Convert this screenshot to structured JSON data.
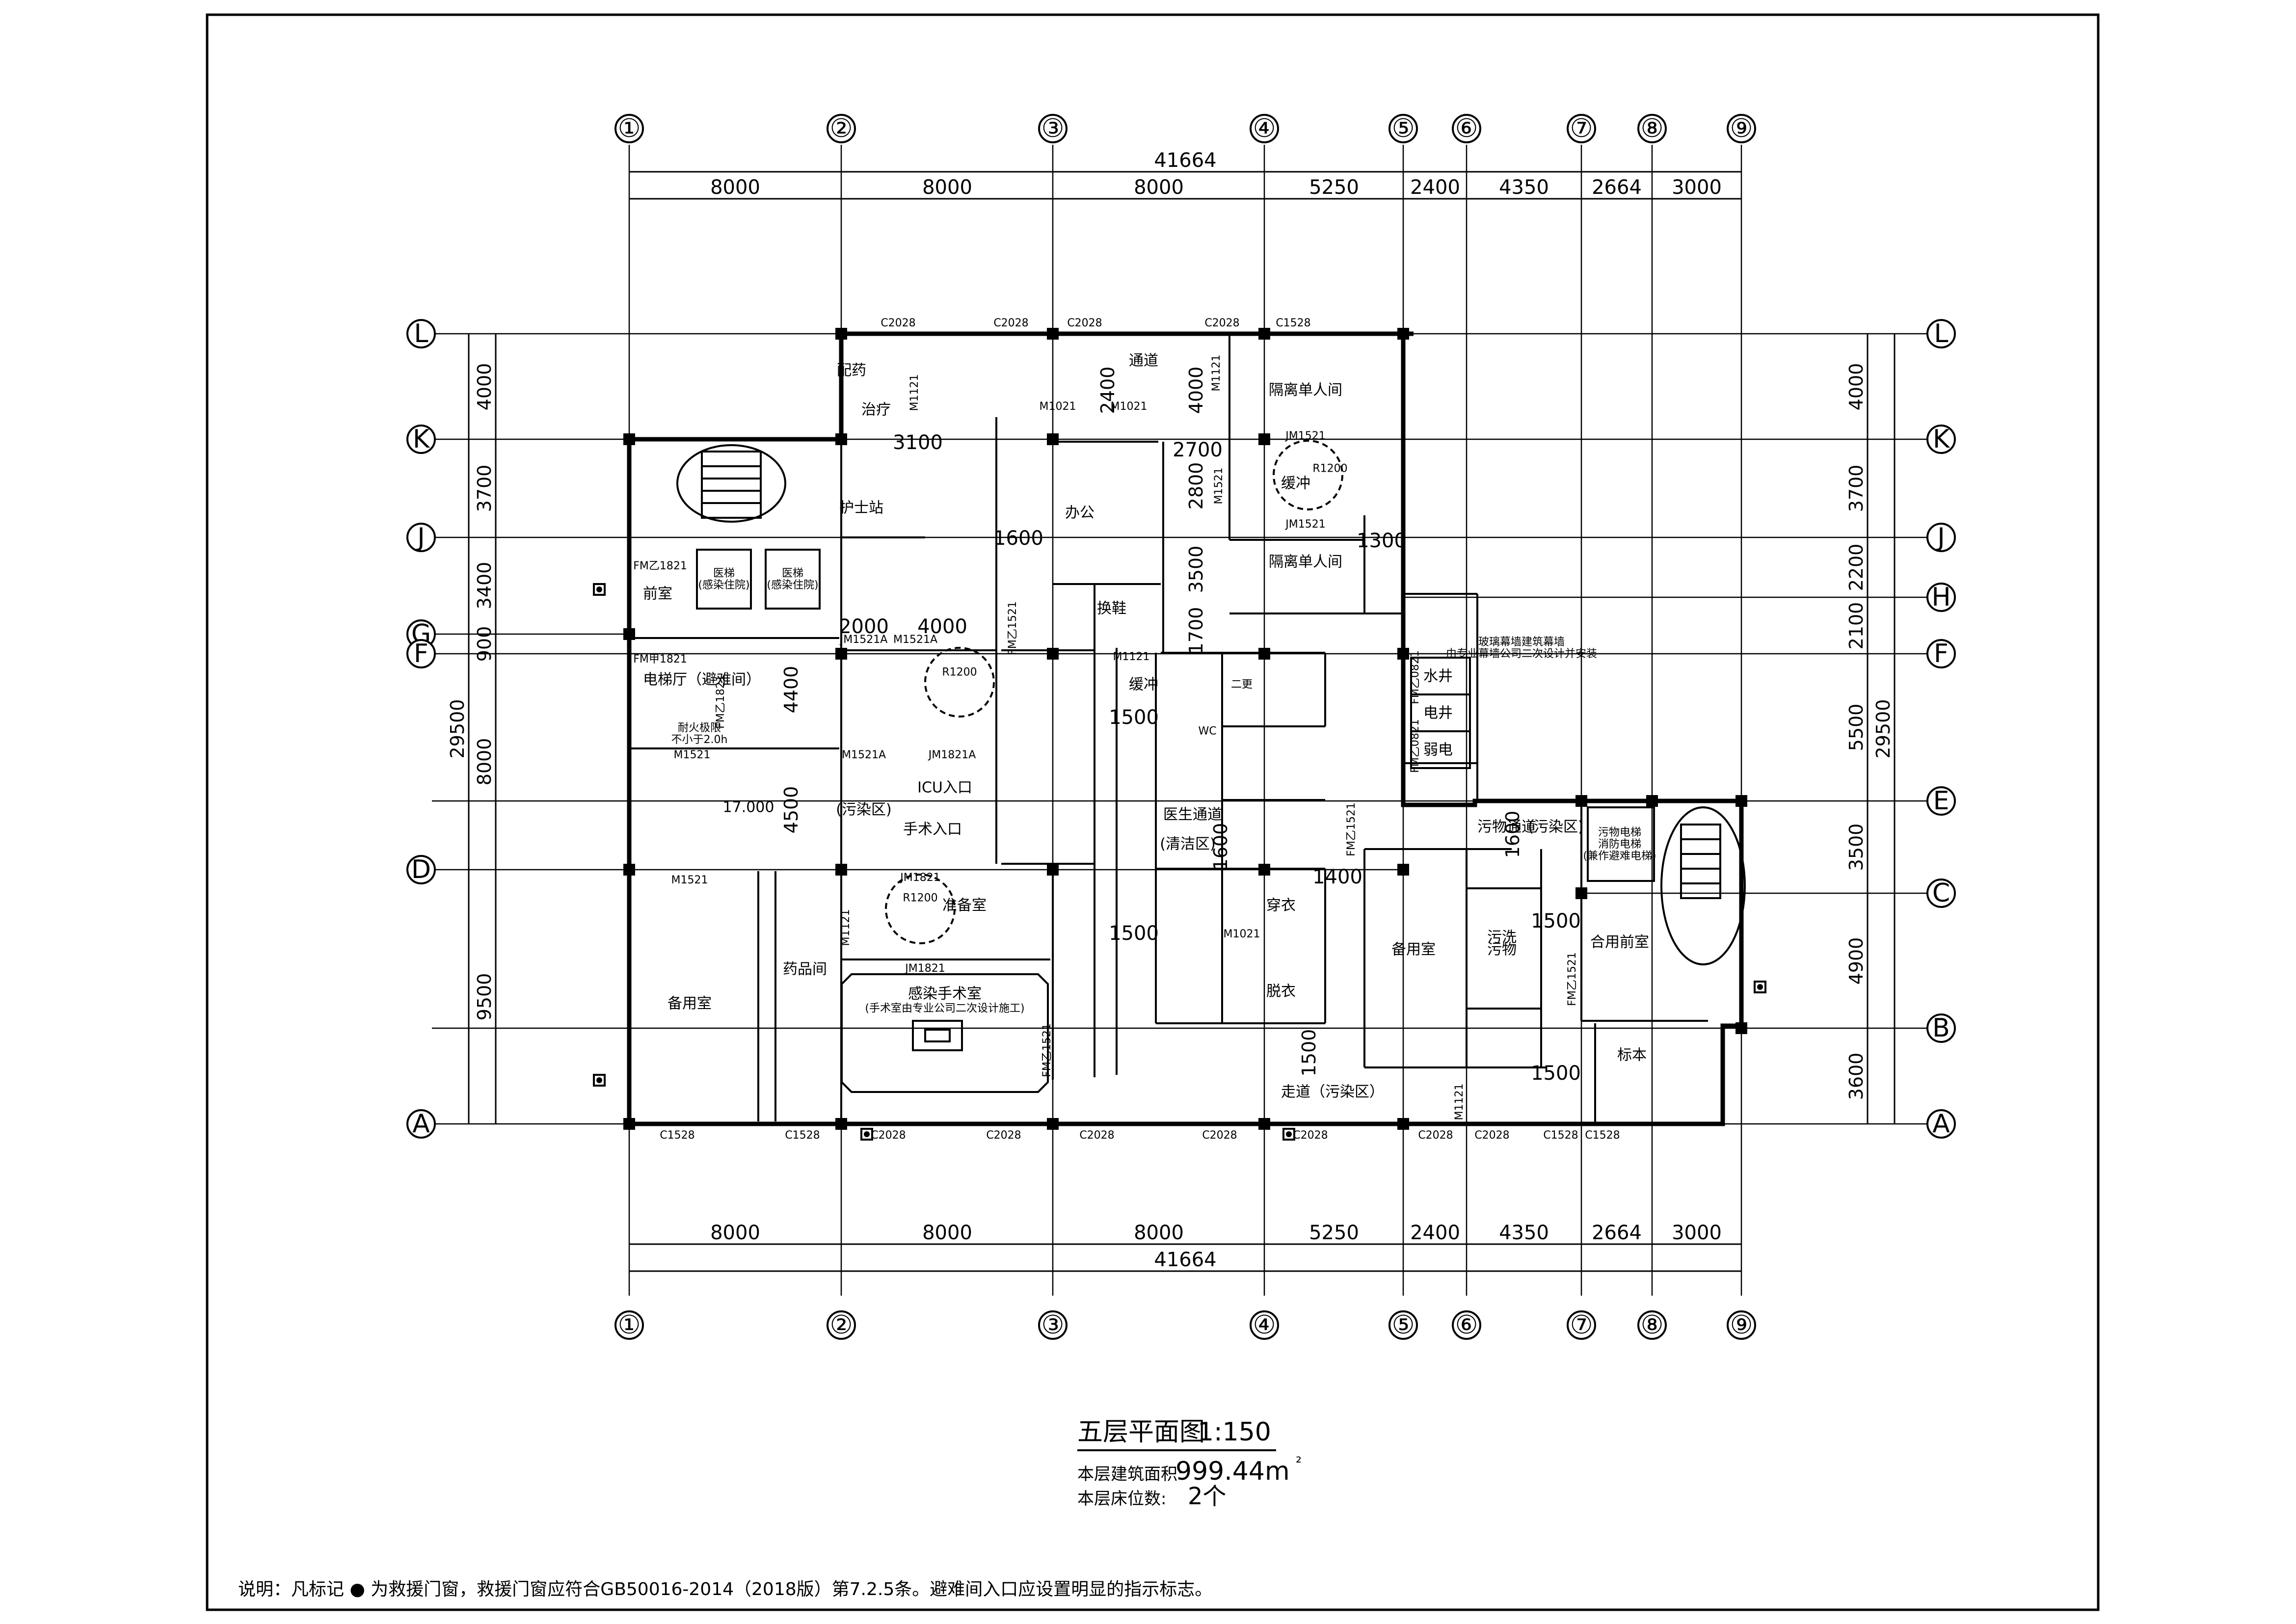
{
  "axes_x": [
    "①",
    "②",
    "③",
    "④",
    "⑤",
    "⑥",
    "⑦",
    "⑧",
    "⑨"
  ],
  "axes_y": [
    "L",
    "K",
    "J",
    "H",
    "G",
    "F",
    "E",
    "D",
    "C",
    "B",
    "A"
  ],
  "dimensions": {
    "total_x": "41664",
    "bays_x": [
      "8000",
      "8000",
      "8000",
      "5250",
      "2400",
      "4350",
      "2664",
      "3000"
    ],
    "total_y": "29500",
    "left_y": [
      "4000",
      "3700",
      "3400",
      "900",
      "8000",
      "9500"
    ],
    "right_y": [
      "4000",
      "3700",
      "2200",
      "2100",
      "5500",
      "3500",
      "4900",
      "3600"
    ]
  },
  "interior_dims": [
    "3100",
    "2700",
    "2400",
    "4000",
    "2800",
    "1600",
    "3500",
    "1300",
    "2000",
    "4000",
    "1700",
    "1500",
    "4400",
    "4500",
    "1600",
    "1400",
    "1500",
    "1500",
    "1600",
    "1500",
    "1500"
  ],
  "rooms": {
    "corridor_top": "通道",
    "isolation_1": "隔离单人间",
    "isolation_2": "隔离单人间",
    "buffer": "缓冲",
    "nurse_station": "护士站",
    "office": "办公",
    "treatment": "治疗",
    "dispensing": "配药",
    "front_room": "前室",
    "elevator_1": "医梯\n(感染住院)",
    "elevator_2": "医梯\n(感染住院)",
    "elevator_hall": "电梯厅（避难间）",
    "refuge_note": "耐火极限\n不小于2.0h",
    "area_label": "17.000",
    "change_shoes": "换鞋",
    "dressing": "穿衣",
    "undressing": "脱衣",
    "sanitize": "缓冲",
    "doctor_corridor": "医生通道",
    "clean_zone": "(清洁区)",
    "polluted_zone": "(污染区)",
    "icu_entrance": "ICU入口",
    "surgery_entrance": "手术入口",
    "prep_room": "准备室",
    "operating_room": "感染手术室",
    "operating_note": "(手术室由专业公司二次设计施工)",
    "pharmacy": "药品间",
    "spare_room_1": "备用室",
    "spare_room_2": "备用室",
    "corridor_bottom": "走道（污染区）",
    "dirty_passage": "污物通道",
    "dirty_zone": "(污染区)",
    "wash": "污洗",
    "dirty": "污物",
    "shared_front_room": "合用前室",
    "sample": "标本",
    "dirty_elevator": "污物电梯\n消防电梯\n(兼作避难电梯)",
    "water_shaft": "水井",
    "electric_shaft": "电井",
    "weak_shaft": "弱电",
    "facade_note": "玻璃幕墙建筑幕墙\n由专业幕墙公司二次设计并安装",
    "radius_1": "R1200",
    "radius_2": "R1200",
    "radius_3": "R1200",
    "wc": "WC",
    "garment": "二更"
  },
  "tags_top": [
    "C2028",
    "C2028",
    "C2028",
    "C2028",
    "C1528"
  ],
  "tags_bottom": [
    "C1528",
    "C1528",
    "C2028",
    "C2028",
    "C2028",
    "C2028",
    "C2028",
    "C2028",
    "C2028",
    "C1528",
    "C1528"
  ],
  "door_tags": [
    "M1121",
    "M1021",
    "M1021",
    "JM1521",
    "JM1521",
    "M1121",
    "M1521",
    "FM乙1821",
    "FM甲1821",
    "M1521",
    "FM乙1521",
    "JM1521A",
    "M1521A",
    "M1521A",
    "JM1821A",
    "JM1821",
    "JM1821",
    "M1121",
    "M1021",
    "FM乙1521",
    "FM乙1821",
    "M1121",
    "FM乙0821",
    "FM乙0821",
    "FM乙1521",
    "M1521",
    "M1121",
    "FM乙1521"
  ],
  "title": {
    "name": "五层平面图",
    "scale": "1:150",
    "area_label": "本层建筑面积:",
    "area_value": "999.44m",
    "area_unit": "²",
    "beds_label": "本层床位数:",
    "beds_value": "2个"
  },
  "note": "说明：凡标记 ● 为救援门窗，救援门窗应符合GB50016-2014（2018版）第7.2.5条。避难间入口应设置明显的指示标志。",
  "colors": {
    "line": "#000000",
    "background": "#ffffff"
  }
}
